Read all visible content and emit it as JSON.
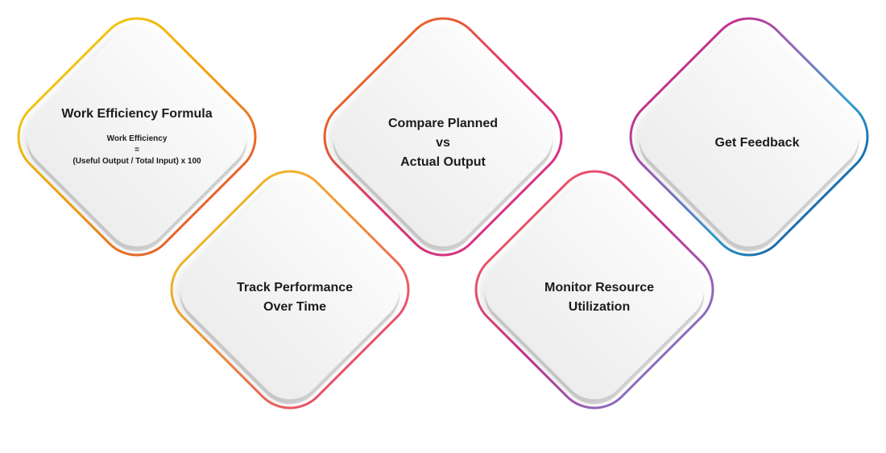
{
  "colors": {
    "card_face": "#f4f4f4",
    "card_side": "#dcdcdc",
    "text": "#1c1c1c",
    "gradients": {
      "card1": [
        "#f1c40f",
        "#f39c12",
        "#e8632b"
      ],
      "card2": [
        "#e8632b",
        "#e23a6f",
        "#d63384"
      ],
      "card3": [
        "#c2338f",
        "#8e6bbf",
        "#2f9fd0",
        "#1b6fae"
      ],
      "card4": [
        "#f0b429",
        "#f38d3a",
        "#e9536a"
      ],
      "card5": [
        "#e9536a",
        "#c2338f",
        "#8e6bbf"
      ]
    }
  },
  "cards": [
    {
      "title": "Work Efficiency Formula",
      "formula": [
        "Work Efficiency",
        "=",
        "(Useful Output / Total Input) x 100"
      ]
    },
    {
      "title_lines": [
        "Compare Planned",
        "vs",
        "Actual Output"
      ]
    },
    {
      "title": "Get Feedback"
    },
    {
      "title_lines": [
        "Track Performance",
        "Over Time"
      ]
    },
    {
      "title_lines": [
        "Monitor Resource",
        "Utilization"
      ]
    }
  ]
}
